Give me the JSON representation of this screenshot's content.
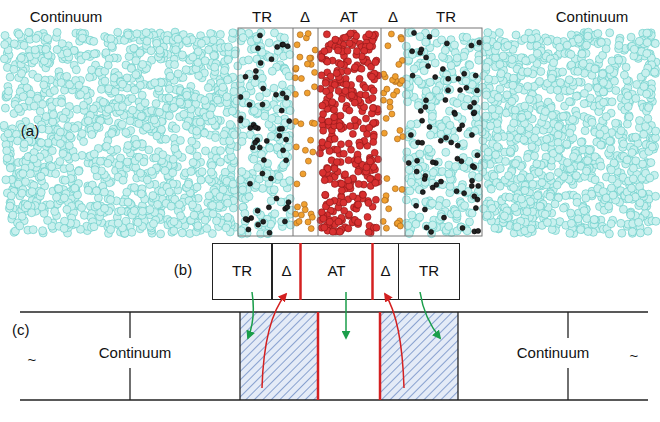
{
  "diagram": {
    "nodes": [
      {
        "text": [
          "TR"
        ]
      },
      {
        "text": [
          "Δ"
        ]
      },
      {
        "text": [
          "AT"
        ]
      },
      {
        "text": [
          "Δ"
        ]
      },
      {
        "text": [
          "TR"
        ]
      },
      {
        "text": [
          "Continuum"
        ]
      },
      {
        "text": [
          "Continuum"
        ]
      }
    ],
    "labels": [
      "Continuum",
      "TR",
      "Δ",
      "AT",
      "Δ",
      "TR",
      "Continuum",
      "(a)",
      "(b)",
      "(c)",
      "~",
      "~"
    ]
  }
}
